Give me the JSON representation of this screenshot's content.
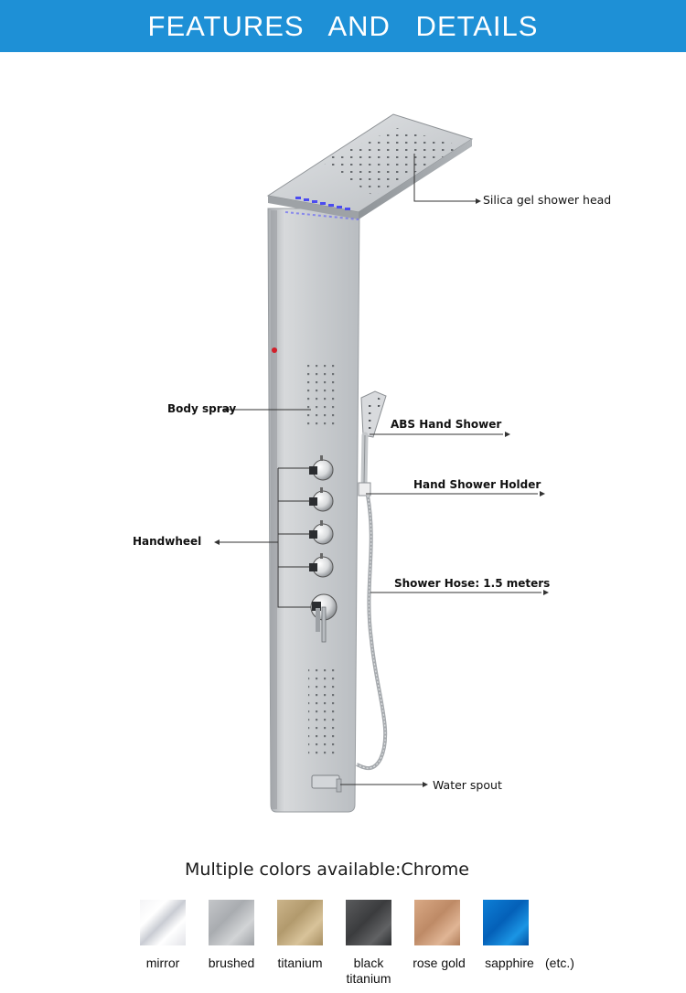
{
  "header": {
    "title": "FEATURES   AND   DETAILS"
  },
  "callouts": {
    "silica": "Silica gel shower head",
    "body_spray": "Body spray",
    "abs_hand_shower": "ABS Hand Shower",
    "hand_shower_holder": "Hand Shower Holder",
    "handwheel": "Handwheel",
    "shower_hose": "Shower Hose: 1.5 meters",
    "water_spout": "Water spout"
  },
  "colors": {
    "title": "Multiple colors available:Chrome",
    "etc": "(etc.)",
    "items": [
      {
        "label": "mirror"
      },
      {
        "label": "brushed"
      },
      {
        "label": "titanium"
      },
      {
        "label": "black titanium"
      },
      {
        "label": "rose gold"
      },
      {
        "label": "sapphire"
      }
    ]
  },
  "theme": {
    "banner": "#1e90d6",
    "panel": "#c9cccf",
    "led": "#4b4bf0"
  }
}
